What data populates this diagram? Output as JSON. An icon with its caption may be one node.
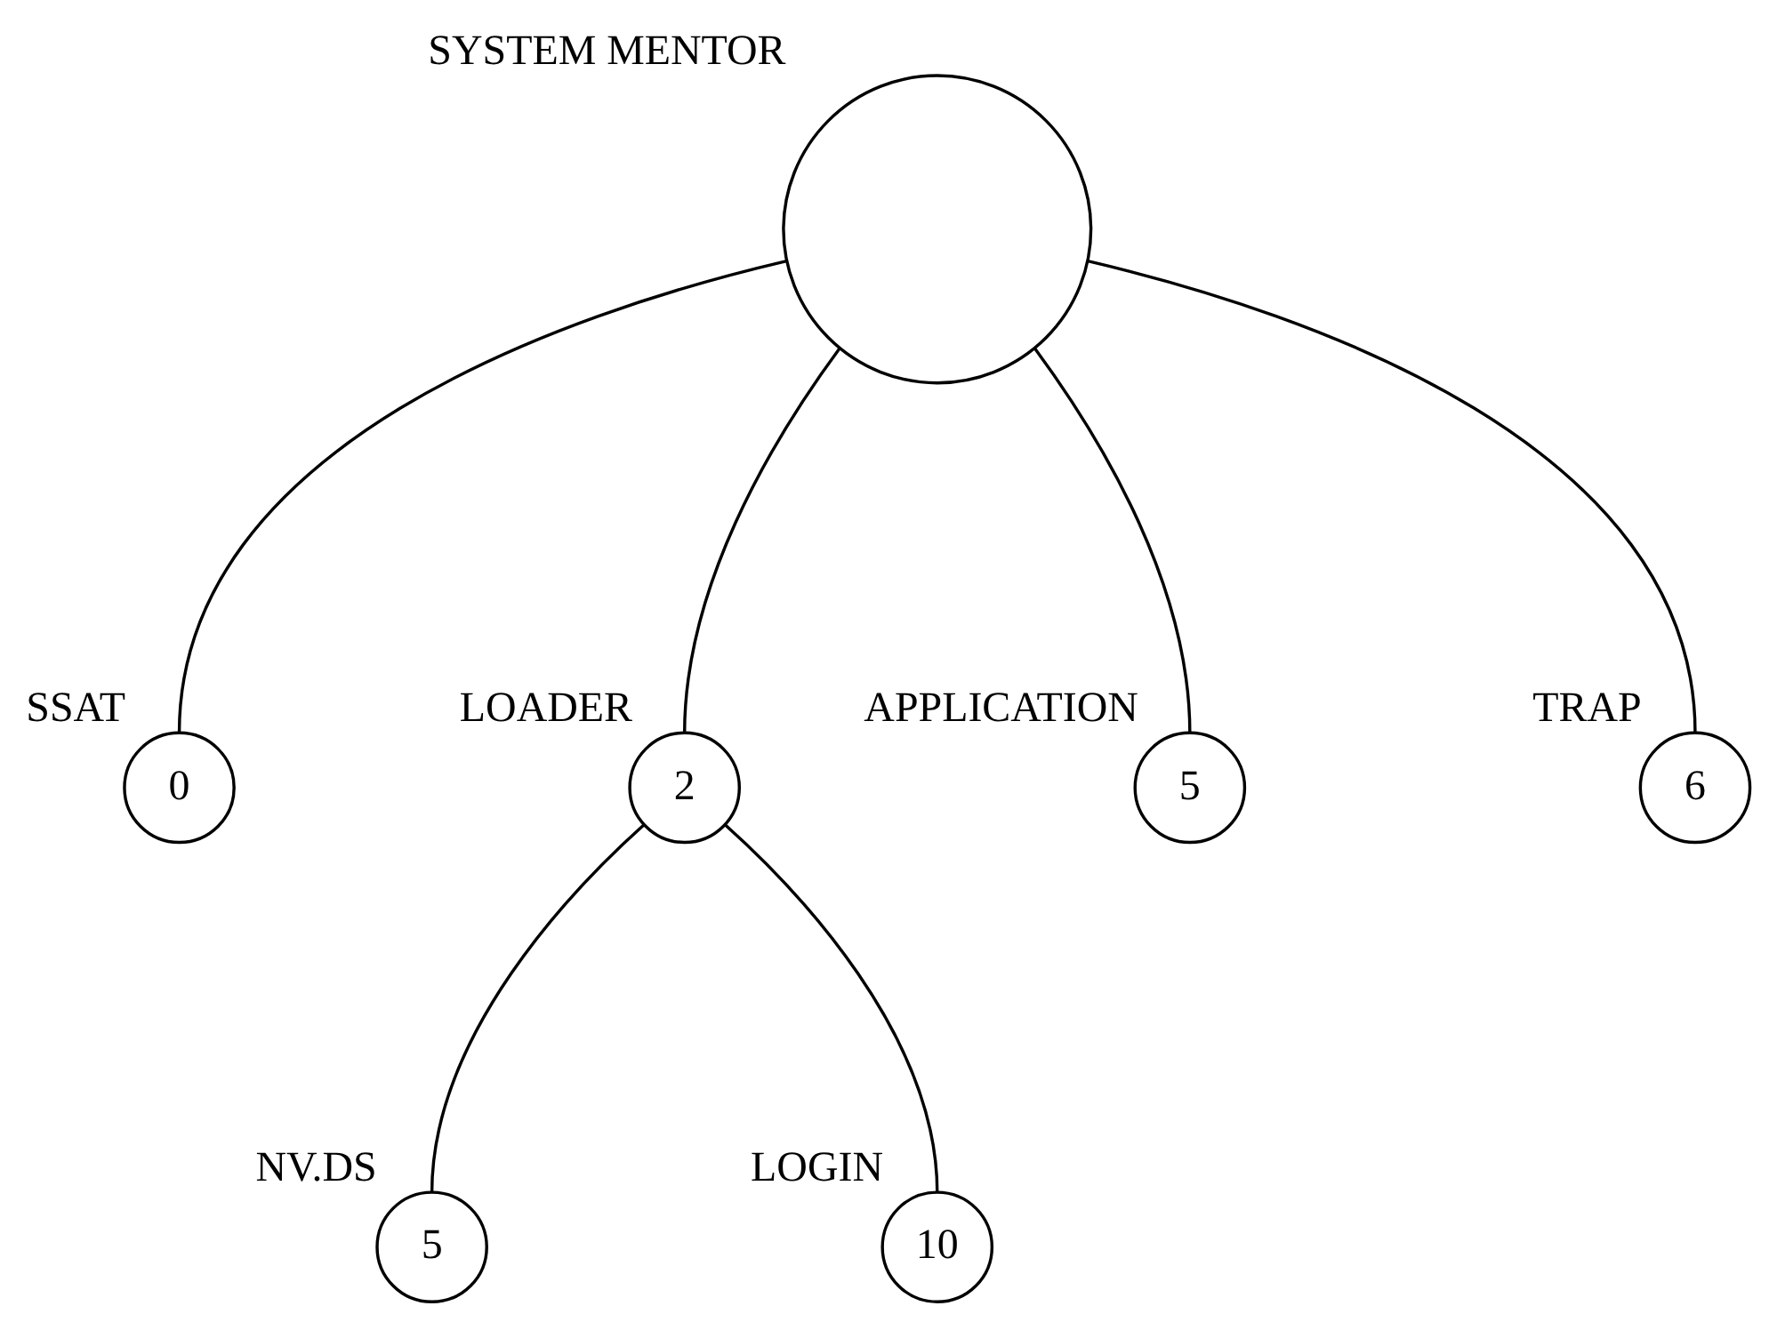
{
  "diagram": {
    "nodes": [
      {
        "text": [],
        "shape": "circle",
        "beside": [
          "SYSTEM MENTOR"
        ]
      },
      {
        "text": [
          "0"
        ],
        "beside": [
          "SSAT"
        ]
      },
      {
        "text": [
          "2"
        ],
        "beside": [
          "LOADER"
        ]
      },
      {
        "text": [
          "5"
        ],
        "beside": [
          "APPLICATION"
        ]
      },
      {
        "text": [
          "6"
        ],
        "beside": [
          "TRAP"
        ]
      },
      {
        "text": [
          "5"
        ],
        "beside": [
          "NV.DS"
        ]
      },
      {
        "text": [
          "10"
        ],
        "beside": [
          "LOGIN"
        ]
      }
    ],
    "edges": [
      {
        "from": 0,
        "to": 1,
        "arrow": "none"
      },
      {
        "from": 0,
        "to": 2,
        "arrow": "none"
      },
      {
        "from": 0,
        "to": 3,
        "arrow": "none"
      },
      {
        "from": 0,
        "to": 4,
        "arrow": "none"
      },
      {
        "from": 2,
        "to": 5,
        "arrow": "none"
      },
      {
        "from": 2,
        "to": 6,
        "arrow": "none"
      }
    ]
  }
}
